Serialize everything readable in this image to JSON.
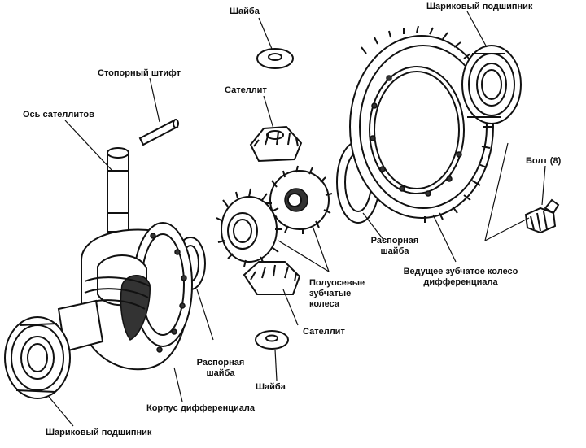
{
  "colors": {
    "ink": "#111111",
    "paper": "#ffffff"
  },
  "labels": {
    "washer_top": "Шайба",
    "ball_bearing_top": "Шариковый подшипник",
    "lock_pin": "Стопорный штифт",
    "satellite_top": "Сателлит",
    "satellite_axis": "Ось сателлитов",
    "bolt": "Болт (8)",
    "spacer_washer_right_l1": "Распорная",
    "spacer_washer_right_l2": "шайба",
    "drive_gear_l1": "Ведущее зубчатое колесо",
    "drive_gear_l2": "дифференциала",
    "side_gears_l1": "Полуосевые",
    "side_gears_l2": "зубчатые",
    "side_gears_l3": "колеса",
    "satellite_bottom": "Сателлит",
    "spacer_washer_left_l1": "Распорная",
    "spacer_washer_left_l2": "шайба",
    "washer_bottom": "Шайба",
    "diff_housing": "Корпус дифференциала",
    "ball_bearing_bottom": "Шариковый подшипник"
  }
}
